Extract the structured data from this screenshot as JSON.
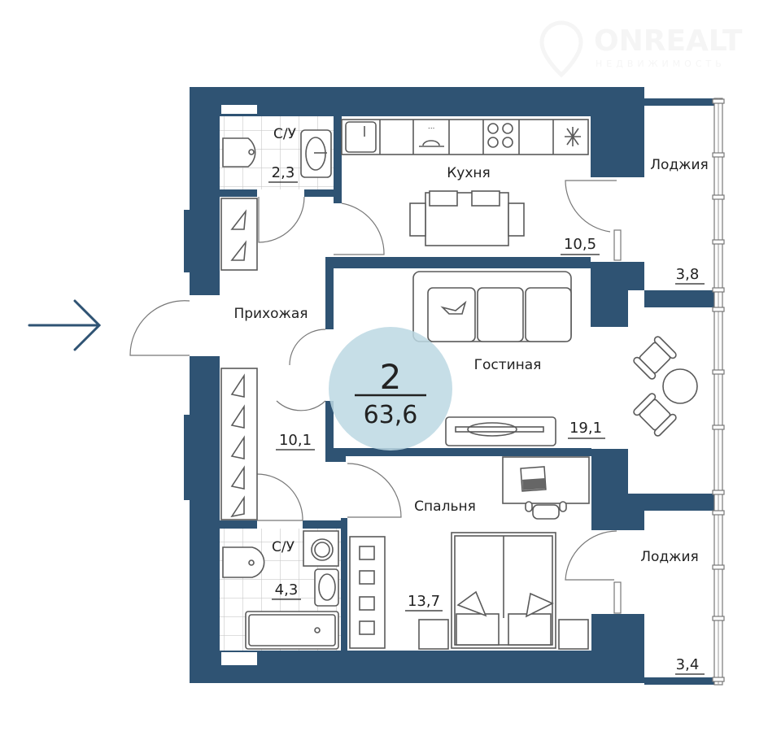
{
  "brand": {
    "name": "ONREALT",
    "tagline": "НЕДВИЖИМОСТЬ"
  },
  "colors": {
    "wall": "#2f5373",
    "badge": "#bcd8e3",
    "arrow": "#2f5373"
  },
  "summary": {
    "rooms": "2",
    "total_area": "63,6"
  },
  "entrance_icon": "arrow-right-icon",
  "rooms": {
    "bath1": {
      "name": "С/У",
      "area": "2,3"
    },
    "kitchen": {
      "name": "Кухня",
      "area": "10,5"
    },
    "loggia1": {
      "name": "Лоджия",
      "area": "3,8"
    },
    "hall": {
      "name": "Прихожая",
      "area": "10,1"
    },
    "living": {
      "name": "Гостиная",
      "area": "19,1"
    },
    "bedroom": {
      "name": "Спальня",
      "area": "13,7"
    },
    "bath2": {
      "name": "С/У",
      "area": "4,3"
    },
    "loggia2": {
      "name": "Лоджия",
      "area": "3,4"
    }
  }
}
